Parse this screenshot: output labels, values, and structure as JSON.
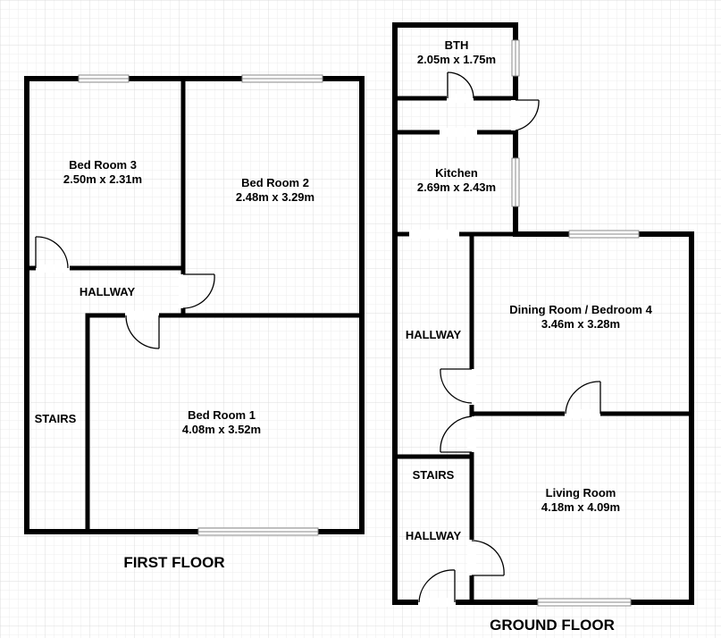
{
  "floors": {
    "first": {
      "title": "FIRST FLOOR",
      "rooms": {
        "bed3": {
          "name": "Bed Room 3",
          "size": "2.50m x 2.31m"
        },
        "bed2": {
          "name": "Bed Room 2",
          "size": "2.48m x 3.29m"
        },
        "bed1": {
          "name": "Bed Room 1",
          "size": "4.08m x 3.52m"
        }
      },
      "hallway": "HALLWAY",
      "stairs": "STAIRS"
    },
    "ground": {
      "title": "GROUND FLOOR",
      "rooms": {
        "bth": {
          "name": "BTH",
          "size": "2.05m x 1.75m"
        },
        "kitchen": {
          "name": "Kitchen",
          "size": "2.69m x 2.43m"
        },
        "dining": {
          "name": "Dining Room / Bedroom 4",
          "size": "3.46m x 3.28m"
        },
        "living": {
          "name": "Living Room",
          "size": "4.18m x 4.09m"
        }
      },
      "hallway_upper": "HALLWAY",
      "hallway_lower": "HALLWAY",
      "stairs": "STAIRS"
    }
  },
  "style": {
    "grid_color": "#e6e6e6",
    "wall_color": "#000000",
    "window_color": "#888888"
  }
}
